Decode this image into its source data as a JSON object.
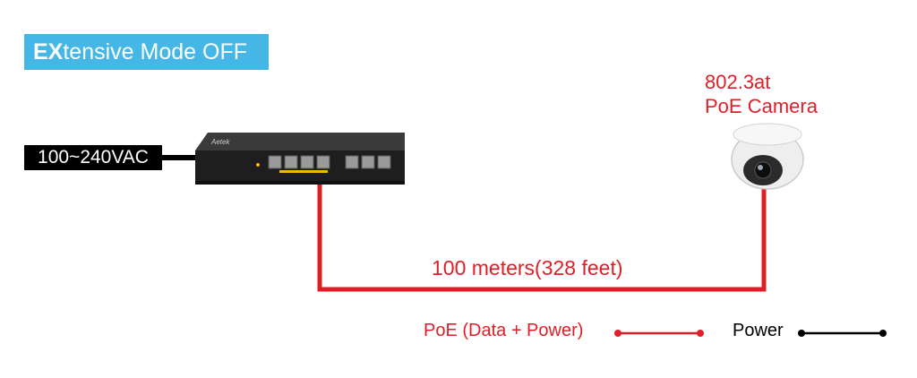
{
  "badge": {
    "strong": "EX",
    "rest": "tensive Mode OFF"
  },
  "power_input": {
    "label": "100~240VAC"
  },
  "switch": {
    "brand": "Aetek"
  },
  "camera": {
    "line1": "802.3at",
    "line2": "PoE Camera"
  },
  "cable": {
    "distance": "100 meters(328 feet)"
  },
  "legend": {
    "poe": "PoE (Data + Power)",
    "power": "Power"
  },
  "colors": {
    "badge": "#44b7e6",
    "poe": "#e01e28",
    "power": "#000000"
  }
}
